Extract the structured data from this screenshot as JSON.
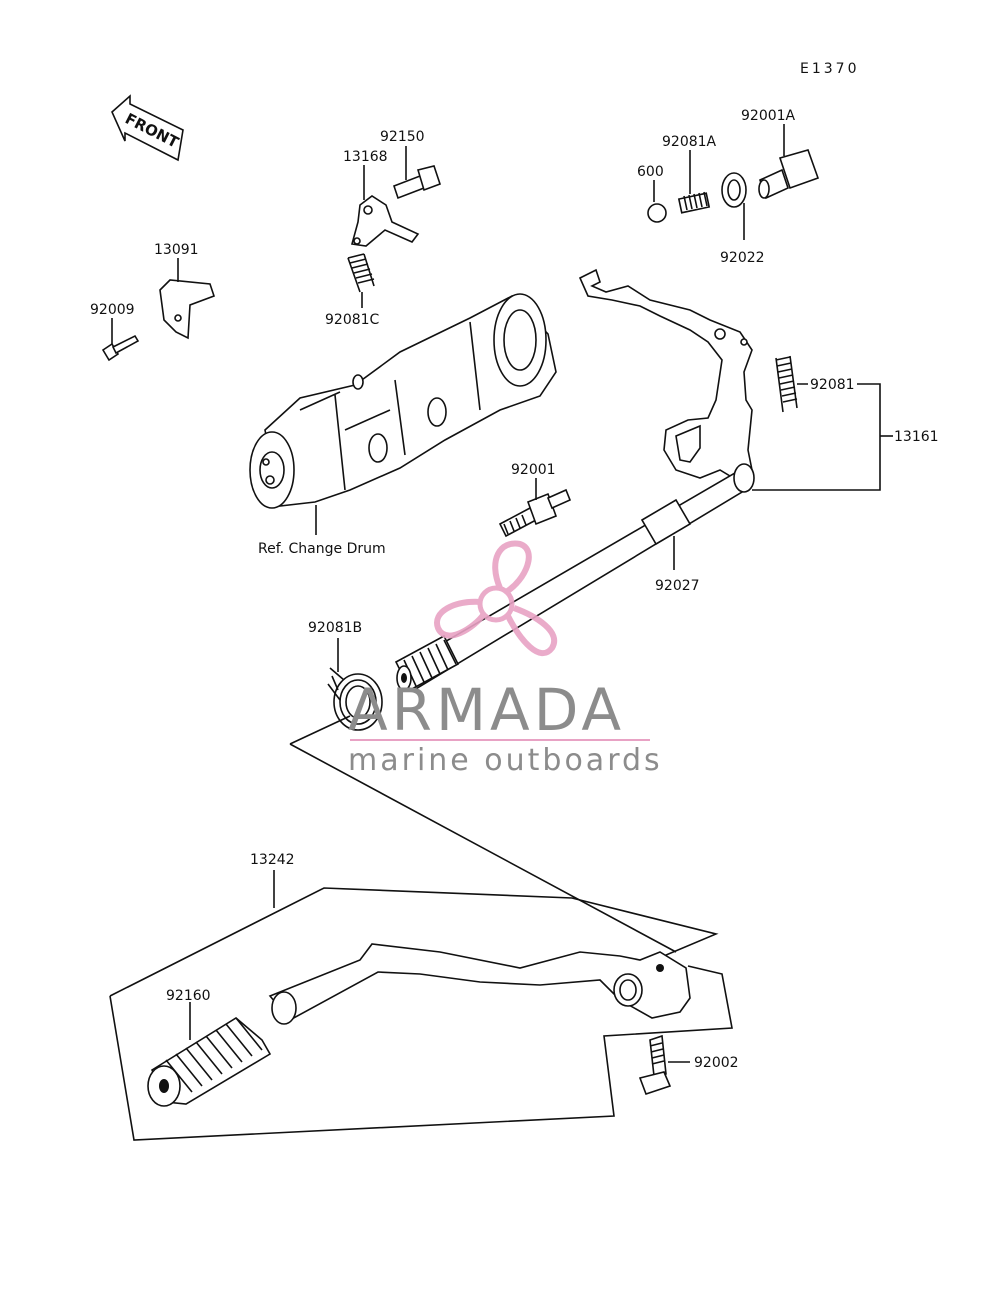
{
  "diagram": {
    "code": "E1370",
    "front_label": "FRONT",
    "ref_label": "Ref. Change Drum",
    "parts": {
      "p92150": "92150",
      "p13168": "13168",
      "p92081C": "92081C",
      "p13091": "13091",
      "p92009": "92009",
      "p92081A": "92081A",
      "p92001A": "92001A",
      "p600": "600",
      "p92022": "92022",
      "p92081": "92081",
      "p13161": "13161",
      "p92001": "92001",
      "p92027": "92027",
      "p92081B": "92081B",
      "p13242": "13242",
      "p92160": "92160",
      "p92002": "92002"
    }
  },
  "watermark": {
    "brand": "ARMADA",
    "tagline": "marine outboards",
    "accent_color": "#e8a2c4"
  }
}
